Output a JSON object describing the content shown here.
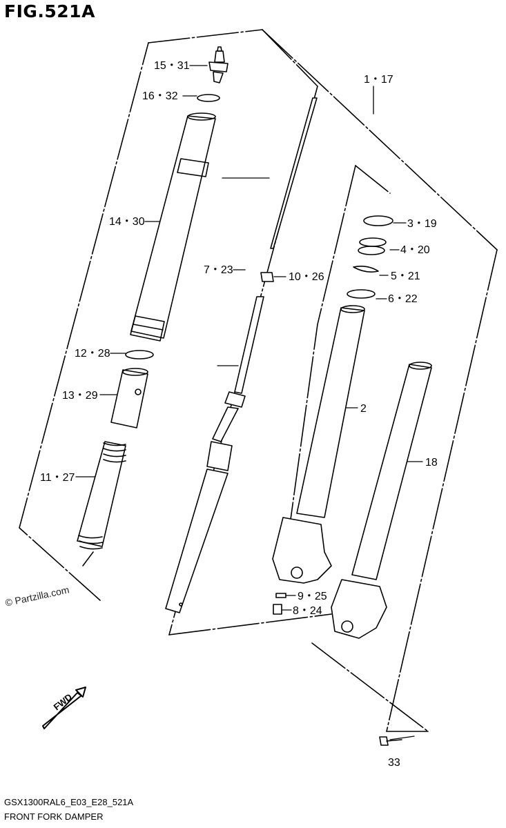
{
  "figure": {
    "title": "FIG.521A",
    "model_code": "GSX1300RAL6_E03_E28_521A",
    "name": "FRONT FORK DAMPER",
    "watermark": "© Partzilla.com",
    "fwd_badge": "FWD"
  },
  "callouts": [
    {
      "id": "15",
      "text": "15・31"
    },
    {
      "id": "16",
      "text": "16・32"
    },
    {
      "id": "1",
      "text": "1・17"
    },
    {
      "id": "14",
      "text": "14・30"
    },
    {
      "id": "3",
      "text": "3・19"
    },
    {
      "id": "4",
      "text": "4・20"
    },
    {
      "id": "7",
      "text": "7・23"
    },
    {
      "id": "10",
      "text": "10・26"
    },
    {
      "id": "5",
      "text": "5・21"
    },
    {
      "id": "6",
      "text": "6・22"
    },
    {
      "id": "12",
      "text": "12・28"
    },
    {
      "id": "2",
      "text": "2"
    },
    {
      "id": "13",
      "text": "13・29"
    },
    {
      "id": "18",
      "text": "18"
    },
    {
      "id": "11",
      "text": "11・27"
    },
    {
      "id": "9",
      "text": "9・25"
    },
    {
      "id": "8",
      "text": "8・24"
    },
    {
      "id": "33",
      "text": "33"
    }
  ]
}
